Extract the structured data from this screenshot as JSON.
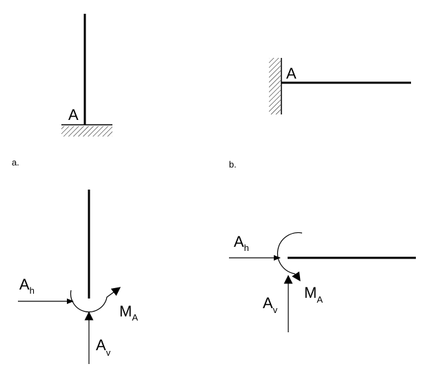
{
  "colors": {
    "ink": "#000000",
    "background": "#ffffff"
  },
  "panels": {
    "a": {
      "caption": "a.",
      "support_label": "A",
      "reactions": {
        "horizontal": {
          "base": "A",
          "sub": "h"
        },
        "vertical": {
          "base": "A",
          "sub": "v"
        },
        "moment": {
          "base": "M",
          "sub": "A"
        }
      }
    },
    "b": {
      "caption": "b.",
      "support_label": "A",
      "reactions": {
        "horizontal": {
          "base": "A",
          "sub": "h"
        },
        "vertical": {
          "base": "A",
          "sub": "v"
        },
        "moment": {
          "base": "M",
          "sub": "A"
        }
      }
    }
  }
}
